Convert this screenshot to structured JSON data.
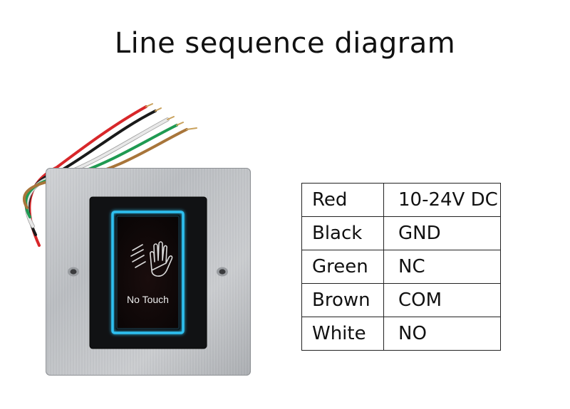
{
  "title": "Line sequence diagram",
  "device": {
    "button_label": "No Touch",
    "icon": "hand-wave-icon",
    "wire_colors": [
      "#d8272a",
      "#1a1a1a",
      "#1f9a52",
      "#a8753a",
      "#e8e8e8"
    ],
    "glow_color": "#2fc0f0"
  },
  "wiring": {
    "rows": [
      {
        "wire": "Red",
        "function": "10-24V DC"
      },
      {
        "wire": "Black",
        "function": "GND"
      },
      {
        "wire": "Green",
        "function": "NC"
      },
      {
        "wire": "Brown",
        "function": "COM"
      },
      {
        "wire": "White",
        "function": "NO"
      }
    ]
  }
}
